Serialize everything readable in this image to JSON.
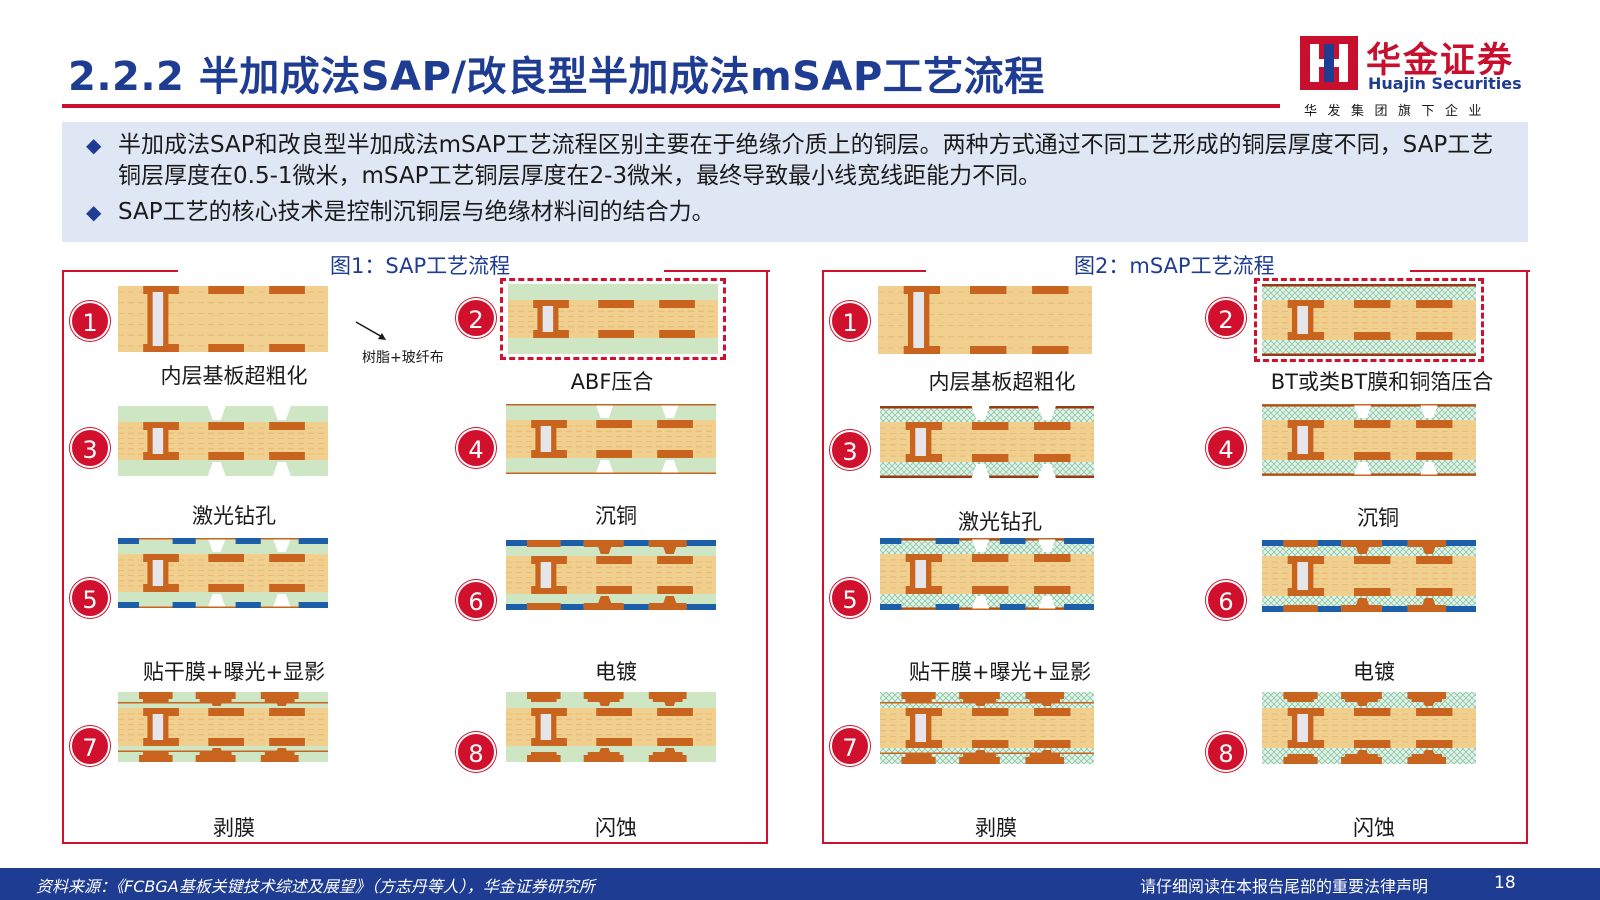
{
  "header": {
    "title": "2.2.2 半加成法SAP/改良型半加成法mSAP工艺流程",
    "logo_cn": "华金证券",
    "logo_en": "Huajin Securities",
    "logo_tagline": "华发集团旗下企业"
  },
  "summary": {
    "bullets": [
      "半加成法SAP和改良型半加成法mSAP工艺流程区别主要在于绝缘介质上的铜层。两种方式通过不同工艺形成的铜层厚度不同，SAP工艺铜层厚度在0.5-1微米，mSAP工艺铜层厚度在2-3微米，最终导致最小线宽线距能力不同。",
      "SAP工艺的核心技术是控制沉铜层与绝缘材料间的结合力。"
    ]
  },
  "figure1": {
    "title": "图1：SAP工艺流程",
    "annotation": "树脂+玻纤布",
    "steps": [
      {
        "num": "1",
        "label": "内层基板超粗化"
      },
      {
        "num": "2",
        "label": "ABF压合"
      },
      {
        "num": "3",
        "label": "激光钻孔"
      },
      {
        "num": "4",
        "label": "沉铜"
      },
      {
        "num": "5",
        "label": "贴干膜+曝光+显影"
      },
      {
        "num": "6",
        "label": "电镀"
      },
      {
        "num": "7",
        "label": "剥膜"
      },
      {
        "num": "8",
        "label": "闪蚀"
      }
    ]
  },
  "figure2": {
    "title": "图2：mSAP工艺流程",
    "steps": [
      {
        "num": "1",
        "label": "内层基板超粗化"
      },
      {
        "num": "2",
        "label": "BT或类BT膜和铜箔压合"
      },
      {
        "num": "3",
        "label": "激光钻孔"
      },
      {
        "num": "4",
        "label": "沉铜"
      },
      {
        "num": "5",
        "label": "贴干膜+曝光+显影"
      },
      {
        "num": "6",
        "label": "电镀"
      },
      {
        "num": "7",
        "label": "剥膜"
      },
      {
        "num": "8",
        "label": "闪蚀"
      }
    ]
  },
  "footer": {
    "source": "资料来源：《FCBGA基板关键技术综述及展望》（方志丹等人），华金证券研究所",
    "disclaimer": "请仔细阅读在本报告尾部的重要法律声明",
    "page": "18"
  },
  "colors": {
    "brand_blue": "#1f3c93",
    "brand_red": "#c8102e",
    "core": "#f0cf8f",
    "copper": "#c8641e",
    "abf": "#cfe6c5",
    "dryfilm": "#1c5fa8",
    "summary_bg": "#dfe7f5"
  }
}
